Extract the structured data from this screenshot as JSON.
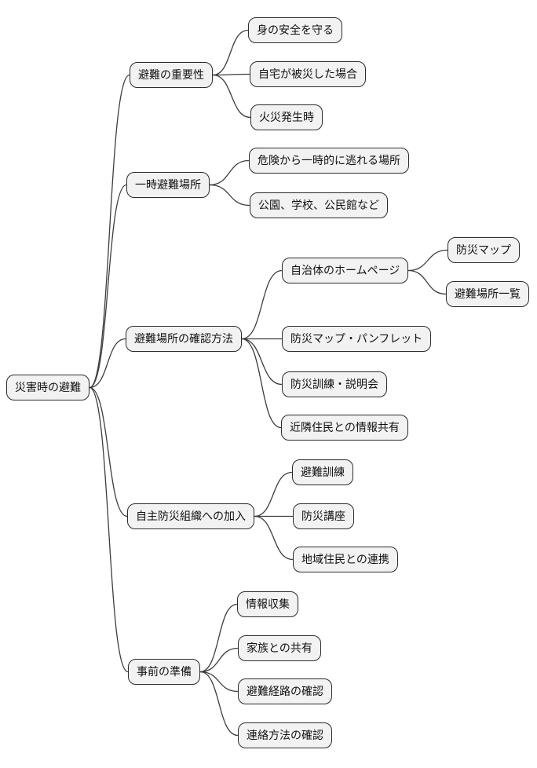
{
  "diagram": {
    "type": "mindmap",
    "orientation": "left-to-right",
    "colors": {
      "background": "#ffffff",
      "node_fill": "#f2f2f2",
      "node_border": "#2b2b2b",
      "edge_color": "#3d3d3d",
      "text": "#111111"
    }
  },
  "mindmap": {
    "label": "災害時の避難",
    "children": [
      {
        "label": "避難の重要性",
        "children": [
          {
            "label": "身の安全を守る",
            "children": []
          },
          {
            "label": "自宅が被災した場合",
            "children": []
          },
          {
            "label": "火災発生時",
            "children": []
          }
        ]
      },
      {
        "label": "一時避難場所",
        "children": [
          {
            "label": "危険から一時的に逃れる場所",
            "children": []
          },
          {
            "label": "公園、学校、公民館など",
            "children": []
          }
        ]
      },
      {
        "label": "避難場所の確認方法",
        "children": [
          {
            "label": "自治体のホームページ",
            "children": [
              {
                "label": "防災マップ",
                "children": []
              },
              {
                "label": "避難場所一覧",
                "children": []
              }
            ]
          },
          {
            "label": "防災マップ・パンフレット",
            "children": []
          },
          {
            "label": "防災訓練・説明会",
            "children": []
          },
          {
            "label": "近隣住民との情報共有",
            "children": []
          }
        ]
      },
      {
        "label": "自主防災組織への加入",
        "children": [
          {
            "label": "避難訓練",
            "children": []
          },
          {
            "label": "防災講座",
            "children": []
          },
          {
            "label": "地域住民との連携",
            "children": []
          }
        ]
      },
      {
        "label": "事前の準備",
        "children": [
          {
            "label": "情報収集",
            "children": []
          },
          {
            "label": "家族との共有",
            "children": []
          },
          {
            "label": "避難経路の確認",
            "children": []
          },
          {
            "label": "連絡方法の確認",
            "children": []
          }
        ]
      }
    ]
  }
}
